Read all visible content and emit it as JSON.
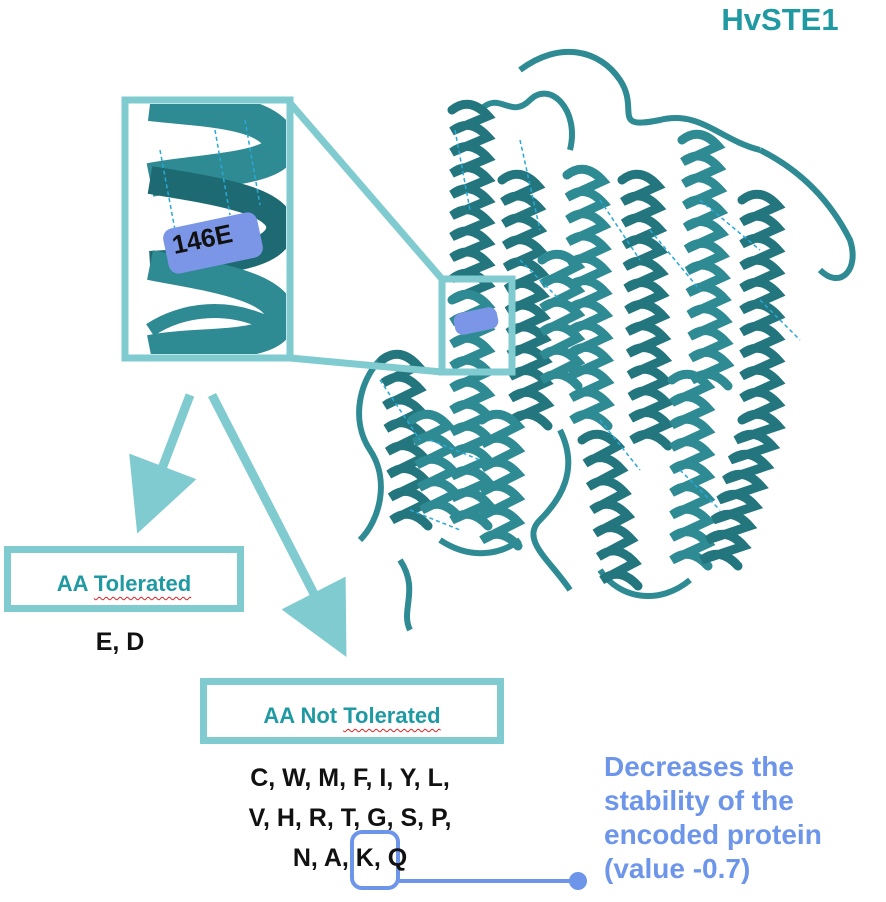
{
  "title": "HvSTE1",
  "zoom_label": "146E",
  "tolerated": {
    "heading_prefix": "AA ",
    "heading_underlined": "Tolerated",
    "values": "E, D"
  },
  "not_tolerated": {
    "heading_prefix": "AA Not ",
    "heading_underlined": "Tolerated",
    "line1": "C, W, M, F, I, Y, L,",
    "line2": "V, H, R, T, G, S, P,",
    "line3_before": "N, A, ",
    "line3_highlight": "K",
    "line3_after": ", Q"
  },
  "note": {
    "line1": "Decreases the",
    "line2": "stability of the",
    "line3": "encoded protein",
    "line4": "(value -0.7)"
  },
  "colors": {
    "teal_text": "#1f9aa3",
    "frame": "#7fcbd0",
    "protein": "#2e8a93",
    "protein_dark": "#1e6a72",
    "hbond": "#2aa9d6",
    "highlight": "#7b96e6",
    "note_text": "#6d95ea",
    "connector": "#6d95ea"
  }
}
